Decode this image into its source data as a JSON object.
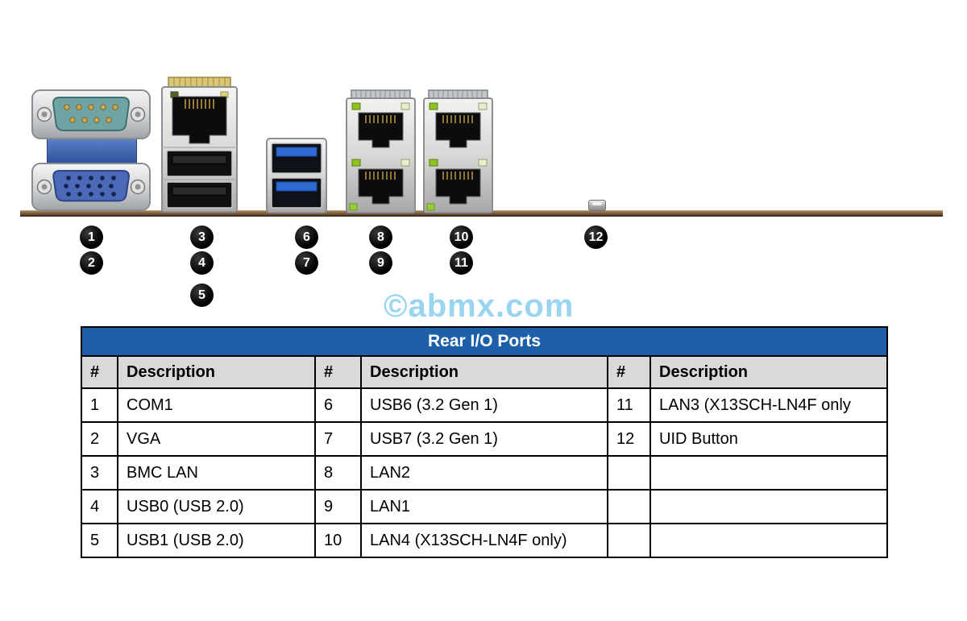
{
  "watermark": "©abmx.com",
  "diagram": {
    "callouts": [
      "1",
      "2",
      "3",
      "4",
      "5",
      "6",
      "7",
      "8",
      "9",
      "10",
      "11",
      "12"
    ],
    "ports": {
      "com1": "com1-serial-port",
      "vga": "vga-port",
      "bmc_lan": "bmc-lan-port",
      "usb2": "usb2-ports",
      "usb3": "usb3-ports",
      "lan_stack_a": "lan2-lan1-ports",
      "lan_stack_b": "lan4-lan3-ports",
      "uid": "uid-button"
    }
  },
  "colors": {
    "table_title_blue": "#1d5fa9",
    "col_header_gray": "#d9d9d9",
    "callout_black": "#000000",
    "watermark_blue": "#5bb9e6",
    "pcb_brown": "#7d5f41",
    "usb3_blue": "#2e6bd0",
    "vga_blue": "#4b69b6",
    "com_teal": "#6fa3a4"
  },
  "table": {
    "title": "Rear I/O Ports",
    "header": {
      "num": "#",
      "desc": "Description"
    },
    "rows": [
      {
        "c1n": "1",
        "c1d": "COM1",
        "c2n": "6",
        "c2d": "USB6 (3.2 Gen 1)",
        "c3n": "11",
        "c3d": "LAN3 (X13SCH-LN4F only"
      },
      {
        "c1n": "2",
        "c1d": "VGA",
        "c2n": "7",
        "c2d": "USB7 (3.2 Gen 1)",
        "c3n": "12",
        "c3d": "UID Button"
      },
      {
        "c1n": "3",
        "c1d": "BMC LAN",
        "c2n": "8",
        "c2d": "LAN2",
        "c3n": "",
        "c3d": ""
      },
      {
        "c1n": "4",
        "c1d": "USB0 (USB 2.0)",
        "c2n": "9",
        "c2d": "LAN1",
        "c3n": "",
        "c3d": ""
      },
      {
        "c1n": "5",
        "c1d": "USB1 (USB 2.0)",
        "c2n": "10",
        "c2d": "LAN4 (X13SCH-LN4F only)",
        "c3n": "",
        "c3d": ""
      }
    ]
  }
}
